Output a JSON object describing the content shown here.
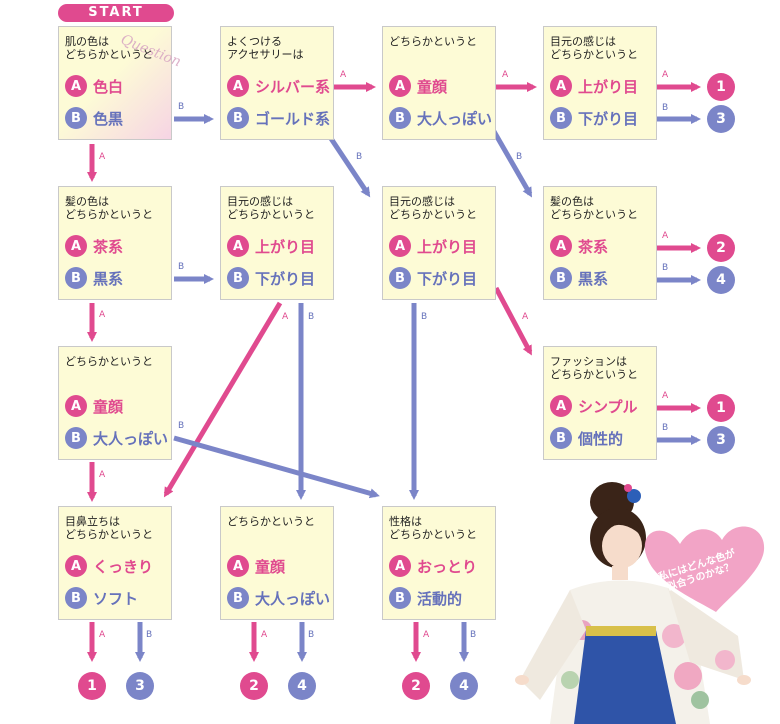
{
  "start_label": "START",
  "deco_text": "Question",
  "questions": [
    {
      "q": "肌の色は\nどちらかというと",
      "a": "色白",
      "b": "色黒"
    },
    {
      "q": "よくつける\nアクセサリーは",
      "a": "シルバー系",
      "b": "ゴールド系"
    },
    {
      "q": "どちらかというと",
      "a": "童顔",
      "b": "大人っぽい"
    },
    {
      "q": "目元の感じは\nどちらかというと",
      "a": "上がり目",
      "b": "下がり目"
    },
    {
      "q": "髪の色は\nどちらかというと",
      "a": "茶系",
      "b": "黒系"
    },
    {
      "q": "目元の感じは\nどちらかというと",
      "a": "上がり目",
      "b": "下がり目"
    },
    {
      "q": "目元の感じは\nどちらかというと",
      "a": "上がり目",
      "b": "下がり目"
    },
    {
      "q": "髪の色は\nどちらかというと",
      "a": "茶系",
      "b": "黒系"
    },
    {
      "q": "どちらかというと",
      "a": "童顔",
      "b": "大人っぽい"
    },
    {
      "q": "ファッションは\nどちらかというと",
      "a": "シンプル",
      "b": "個性的"
    },
    {
      "q": "目鼻立ちは\nどちらかというと",
      "a": "くっきり",
      "b": "ソフト"
    },
    {
      "q": "どちらかというと",
      "a": "童顔",
      "b": "大人っぽい"
    },
    {
      "q": "性格は\nどちらかというと",
      "a": "おっとり",
      "b": "活動的"
    }
  ],
  "option_a": "A",
  "option_b": "B",
  "results": [
    "1",
    "3",
    "2",
    "4",
    "1",
    "3",
    "1",
    "3",
    "2",
    "4",
    "2",
    "4"
  ],
  "bubble_text": "私にはどんな色が\n似合うのかな？",
  "colors": {
    "pink": "#e04a8f",
    "blue": "#7b85c8",
    "box": "#fdfbd6"
  }
}
